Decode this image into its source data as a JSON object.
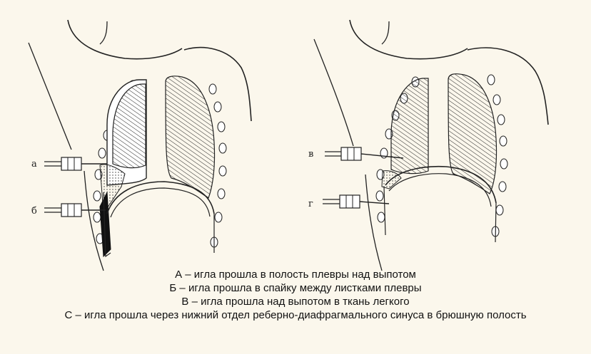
{
  "labels": {
    "a": "а",
    "b": "б",
    "v": "в",
    "g": "г"
  },
  "captions": [
    "А – игла прошла в полость плевры над выпотом",
    "Б – игла прошла в спайку между листками плевры",
    "В – игла прошла над выпотом в ткань легкого",
    "С – игла прошла через нижний отдел реберно-диафрагмального синуса в брюшную полость"
  ]
}
